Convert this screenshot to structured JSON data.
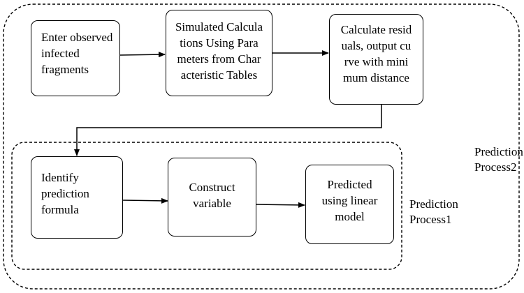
{
  "nodes": {
    "enter": {
      "lines": [
        "Enter observed",
        "infected",
        "fragments"
      ]
    },
    "simulated": {
      "lines": [
        "Simulated Calcula",
        "tions Using Para",
        "meters from Char",
        "acteristic Tables"
      ]
    },
    "residuals": {
      "lines": [
        "Calculate resid",
        "uals, output cu",
        "rve with mini",
        "mum distance"
      ]
    },
    "identify": {
      "lines": [
        "Identify",
        "prediction",
        "formula"
      ]
    },
    "construct": {
      "lines": [
        "Construct",
        "variable"
      ]
    },
    "predicted": {
      "lines": [
        "Predicted",
        "using linear",
        "model"
      ]
    }
  },
  "groups": {
    "process2": {
      "lines": [
        "Prediction",
        "Process2"
      ]
    },
    "process1": {
      "lines": [
        "Prediction",
        "Process1"
      ]
    }
  }
}
